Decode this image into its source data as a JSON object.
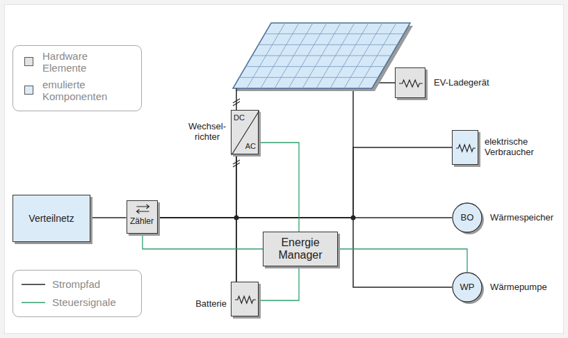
{
  "diagram": {
    "nodes": [
      {
        "text": [
          "EV-Ladegerät"
        ]
      },
      {
        "text": [
          "Wechsel- richter",
          "DC",
          "AC"
        ]
      },
      {
        "text": [
          "elektrische Verbraucher"
        ]
      },
      {
        "text": [
          "Verteilnetz"
        ]
      },
      {
        "text": [
          "Zähler"
        ]
      },
      {
        "text": [
          "BO",
          "Wärmespeicher"
        ]
      },
      {
        "text": [
          "Energie Manager"
        ]
      },
      {
        "text": [
          "WP",
          "Wärmepumpe"
        ]
      },
      {
        "text": [
          "Batterie"
        ]
      }
    ],
    "edges": [
      {
        "from": 3,
        "to": 4,
        "arrow": "none"
      },
      {
        "from": 4,
        "to": 1,
        "arrow": "none"
      },
      {
        "from": 4,
        "to": 8,
        "arrow": "none"
      },
      {
        "from": 1,
        "to": 8,
        "arrow": "none"
      },
      {
        "from": 4,
        "to": 0,
        "arrow": "none"
      },
      {
        "from": 4,
        "to": 2,
        "arrow": "none"
      },
      {
        "from": 4,
        "to": 5,
        "arrow": "none"
      },
      {
        "from": 4,
        "to": 7,
        "arrow": "none"
      },
      {
        "from": 6,
        "to": 4,
        "arrow": "none"
      },
      {
        "from": 6,
        "to": 1,
        "arrow": "none"
      },
      {
        "from": 6,
        "to": 8,
        "arrow": "none"
      },
      {
        "from": 6,
        "to": 7,
        "arrow": "none"
      }
    ],
    "legend": [
      {
        "text": "Hardware Elemente",
        "color": "#e3e3e3"
      },
      {
        "text": "emulierte Komponenten",
        "color": "#dcebf8"
      },
      {
        "text": "Strompfad"
      },
      {
        "text": "Steuersignale"
      }
    ]
  }
}
